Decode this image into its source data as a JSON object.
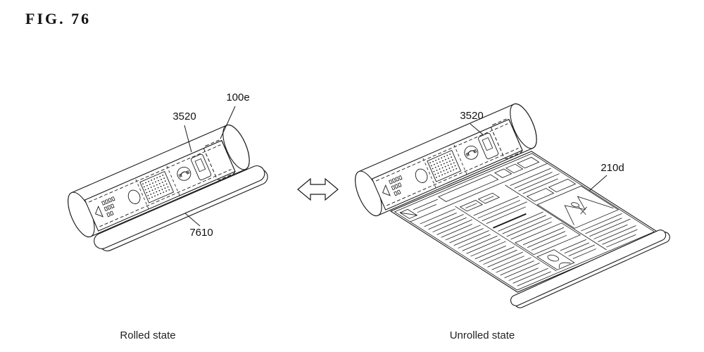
{
  "figure": {
    "label": "FIG. 76"
  },
  "ink_color": "#1a1a1a",
  "background_color": "#ffffff",
  "rolled_state": {
    "caption": "Rolled state",
    "ref_labels": {
      "strip": "3520",
      "device": "100e",
      "base": "7610"
    }
  },
  "unrolled_state": {
    "caption": "Unrolled state",
    "ref_labels": {
      "strip": "3520",
      "display": "210d"
    }
  },
  "strip_icons": [
    "back-triangle",
    "digit-marks",
    "camera-lens",
    "speaker-grid",
    "phone",
    "display-button"
  ],
  "transition_icon": "double-headed-arrow"
}
